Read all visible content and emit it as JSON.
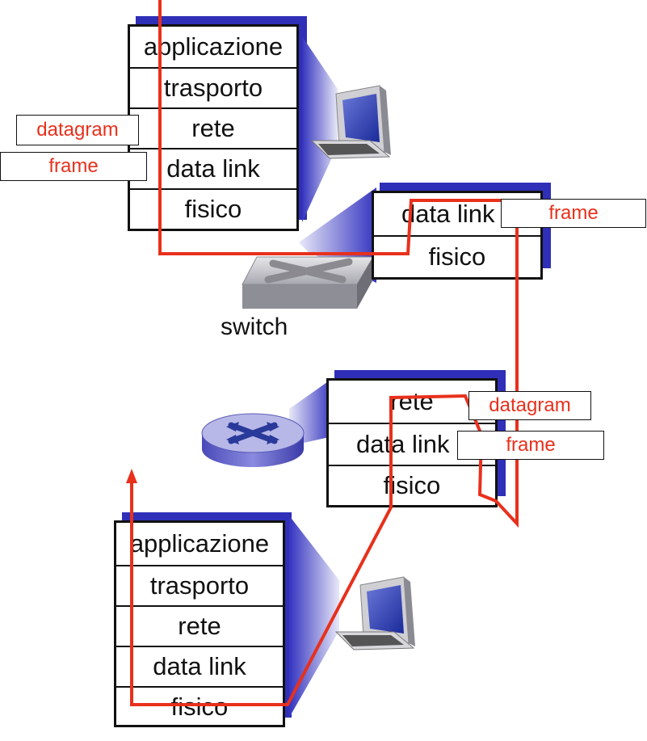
{
  "host_top": {
    "layers": [
      "applicazione",
      "trasporto",
      "rete",
      "data link",
      "fisico"
    ]
  },
  "switch": {
    "layers": [
      "data link",
      "fisico"
    ],
    "caption": "switch"
  },
  "router": {
    "layers": [
      "rete",
      "data link",
      "fisico"
    ]
  },
  "host_bottom": {
    "layers": [
      "applicazione",
      "trasporto",
      "rete",
      "data link",
      "fisico"
    ]
  },
  "labels": {
    "top_datagram": "datagram",
    "top_frame": "frame",
    "switch_frame": "frame",
    "router_datagram": "datagram",
    "router_frame": "frame"
  },
  "colors": {
    "path": "#e8301c",
    "stack_shadow": "#2f2fb8",
    "label_text": "#e8301c"
  },
  "icons": [
    "computer-icon",
    "switch-icon",
    "router-icon"
  ]
}
